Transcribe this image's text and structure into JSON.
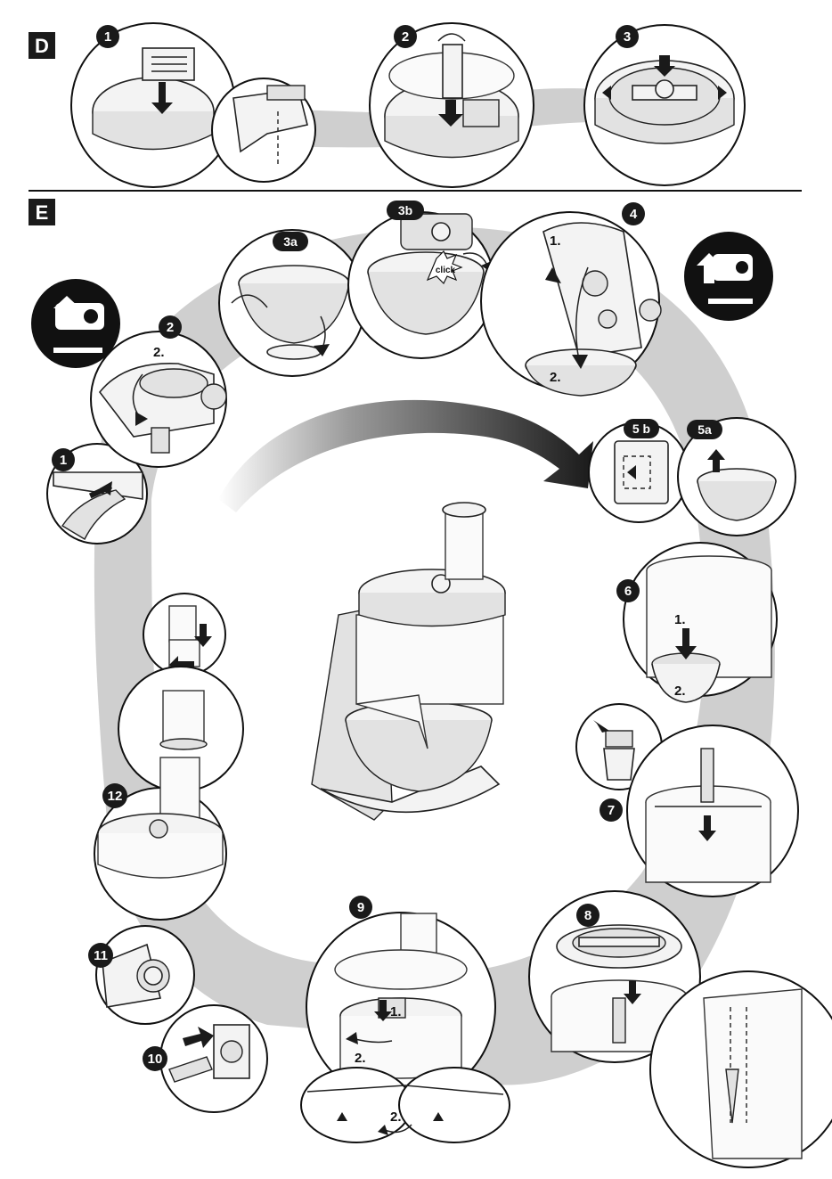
{
  "sections": {
    "d": {
      "label": "D"
    },
    "e": {
      "label": "E"
    }
  },
  "steps_d": {
    "s1": "1",
    "s2": "2",
    "s3": "3"
  },
  "steps_e": {
    "s1": "1",
    "s2": "2",
    "s3a": "3a",
    "s3b": "3b",
    "s4": "4",
    "s5a": "5a",
    "s5b": "5 b",
    "s6": "6",
    "s7": "7",
    "s8": "8",
    "s9": "9",
    "s10": "10",
    "s11": "11",
    "s12": "12"
  },
  "notes": {
    "e2_sub2": "2.",
    "e4_sub1": "1.",
    "e4_sub2": "2.",
    "e6_sub1": "1.",
    "e6_sub2": "2.",
    "e9_sub1": "1.",
    "e9_sub2": "2.",
    "e9_sub2b": "2.",
    "click": "click"
  },
  "colors": {
    "ink": "#1a1a1a",
    "band_gray": "#cfcfcf",
    "paper": "#ffffff"
  }
}
